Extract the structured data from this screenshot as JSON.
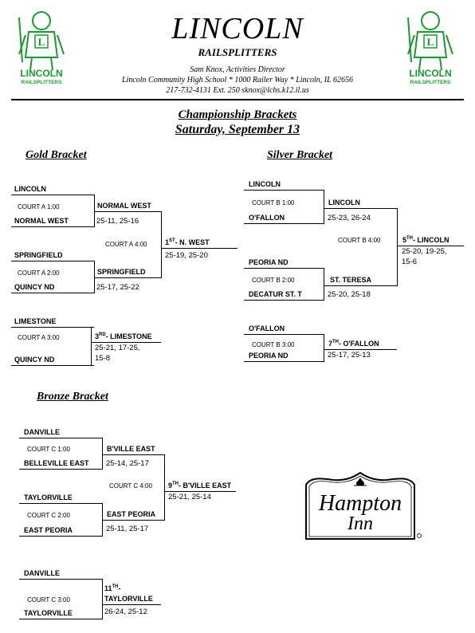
{
  "header": {
    "title": "LINCOLN",
    "subtitle": "RAILSPLITTERS",
    "director": "Sam Knox, Activities Director",
    "address": "Lincoln Community High School * 1000 Railer Way * Lincoln, IL 62656",
    "contact": "217-732-4131  Ext. 250    sknox@lchs.k12.il.us",
    "logo_text_top": "LINCOLN",
    "logo_text_bottom": "RAILSPLITTERS",
    "logo_letter": "L",
    "accent": "#1a9a2e"
  },
  "page": {
    "heading": "Championship Brackets",
    "date": "Saturday, September 13"
  },
  "gold": {
    "title": "Gold Bracket",
    "m1": {
      "top": "LINCOLN",
      "court": "COURT A 1:00",
      "bottom": "NORMAL WEST",
      "winner": "NORMAL WEST",
      "score": "25-11, 25-16"
    },
    "m2": {
      "top": "SPRINGFIELD",
      "court": "COURT A 2:00",
      "bottom": "QUINCY ND",
      "winner": "SPRINGFIELD",
      "score": "25-17, 25-22"
    },
    "final": {
      "court": "COURT A 4:00",
      "place": "1",
      "place_sup": "ST",
      "winner": "- N. WEST",
      "score": "25-19, 25-20"
    },
    "third": {
      "top": "LIMESTONE",
      "court": "COURT A 3:00",
      "bottom": "QUINCY ND",
      "place": "3",
      "place_sup": "RD",
      "winner": "- LIMESTONE",
      "score1": "25-21, 17-25,",
      "score2": "15-8"
    }
  },
  "silver": {
    "title": "Silver Bracket",
    "m1": {
      "top": "LINCOLN",
      "court": "COURT B 1:00",
      "bottom": "O'FALLON",
      "winner": "LINCOLN",
      "score": "25-23, 26-24"
    },
    "m2": {
      "top": "PEORIA ND",
      "court": "COURT B 2:00",
      "bottom": "DECATUR ST. T",
      "winner": "ST. TERESA",
      "score": "25-20, 25-18"
    },
    "final": {
      "court": "COURT B 4:00",
      "place": "5",
      "place_sup": "TH",
      "winner": "- LINCOLN",
      "score1": "25-20, 19-25,",
      "score2": "15-6"
    },
    "seventh": {
      "top": "O'FALLON",
      "court": "COURT B 3:00",
      "bottom": "PEORIA ND",
      "place": "7",
      "place_sup": "TH",
      "winner": "- O'FALLON",
      "score": "25-17, 25-13"
    }
  },
  "bronze": {
    "title": "Bronze Bracket",
    "m1": {
      "top": "DANVILLE",
      "court": "COURT C 1:00",
      "bottom": "BELLEVILLE EAST",
      "winner": "B'VILLE EAST",
      "score": "25-14, 25-17"
    },
    "m2": {
      "top": "TAYLORVILLE",
      "court": "COURT C 2:00",
      "bottom": "EAST PEORIA",
      "winner": "EAST PEORIA",
      "score": "25-11, 25-17"
    },
    "final": {
      "court": "COURT C 4:00",
      "place": "9",
      "place_sup": "TH",
      "winner": "- B'VILLE EAST",
      "score": "25-21, 25-14"
    },
    "eleventh": {
      "top": "DANVILLE",
      "court": "COURT C 3:00",
      "bottom": "TAYLORVILLE",
      "place": "11",
      "place_sup": "TH",
      "dash": "-",
      "winner": "TAYLORVILLE",
      "score": "26-24, 25-12"
    }
  },
  "sponsor": {
    "line1": "Hampton",
    "line2": "Inn"
  }
}
